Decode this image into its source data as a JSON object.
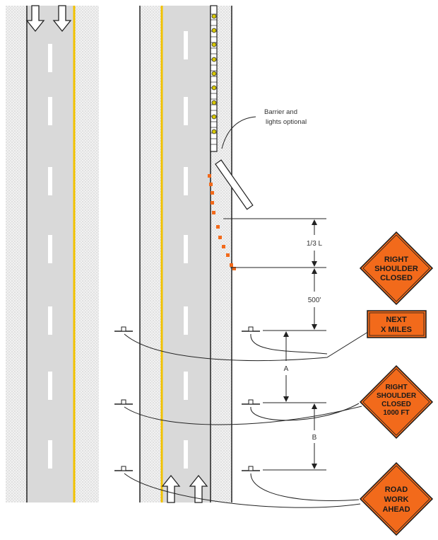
{
  "annotation": {
    "line1": "Barrier and",
    "line2": "lights optional"
  },
  "dimensions": {
    "taper": "1/3 L",
    "buffer": "500'",
    "spacing_a": "A",
    "spacing_b": "B"
  },
  "signs": {
    "right_shoulder_closed": [
      "RIGHT",
      "SHOULDER",
      "CLOSED"
    ],
    "next_x_miles": [
      "NEXT",
      "X MILES"
    ],
    "right_shoulder_closed_1000": [
      "RIGHT",
      "SHOULDER",
      "CLOSED",
      "1000 FT"
    ],
    "road_work_ahead": [
      "ROAD",
      "WORK",
      "AHEAD"
    ]
  },
  "colors": {
    "pavement": "#d9d9d9",
    "shoulder": "#efefef",
    "center_line": "#f2c200",
    "lane_marking": "#ffffff",
    "sign_orange": "#f26a1b",
    "cone": "#f26a1b",
    "light": "#d8c800"
  },
  "icons": {
    "flow_arrow": "hollow-arrow-icon",
    "sign_post": "sign-post-icon"
  }
}
